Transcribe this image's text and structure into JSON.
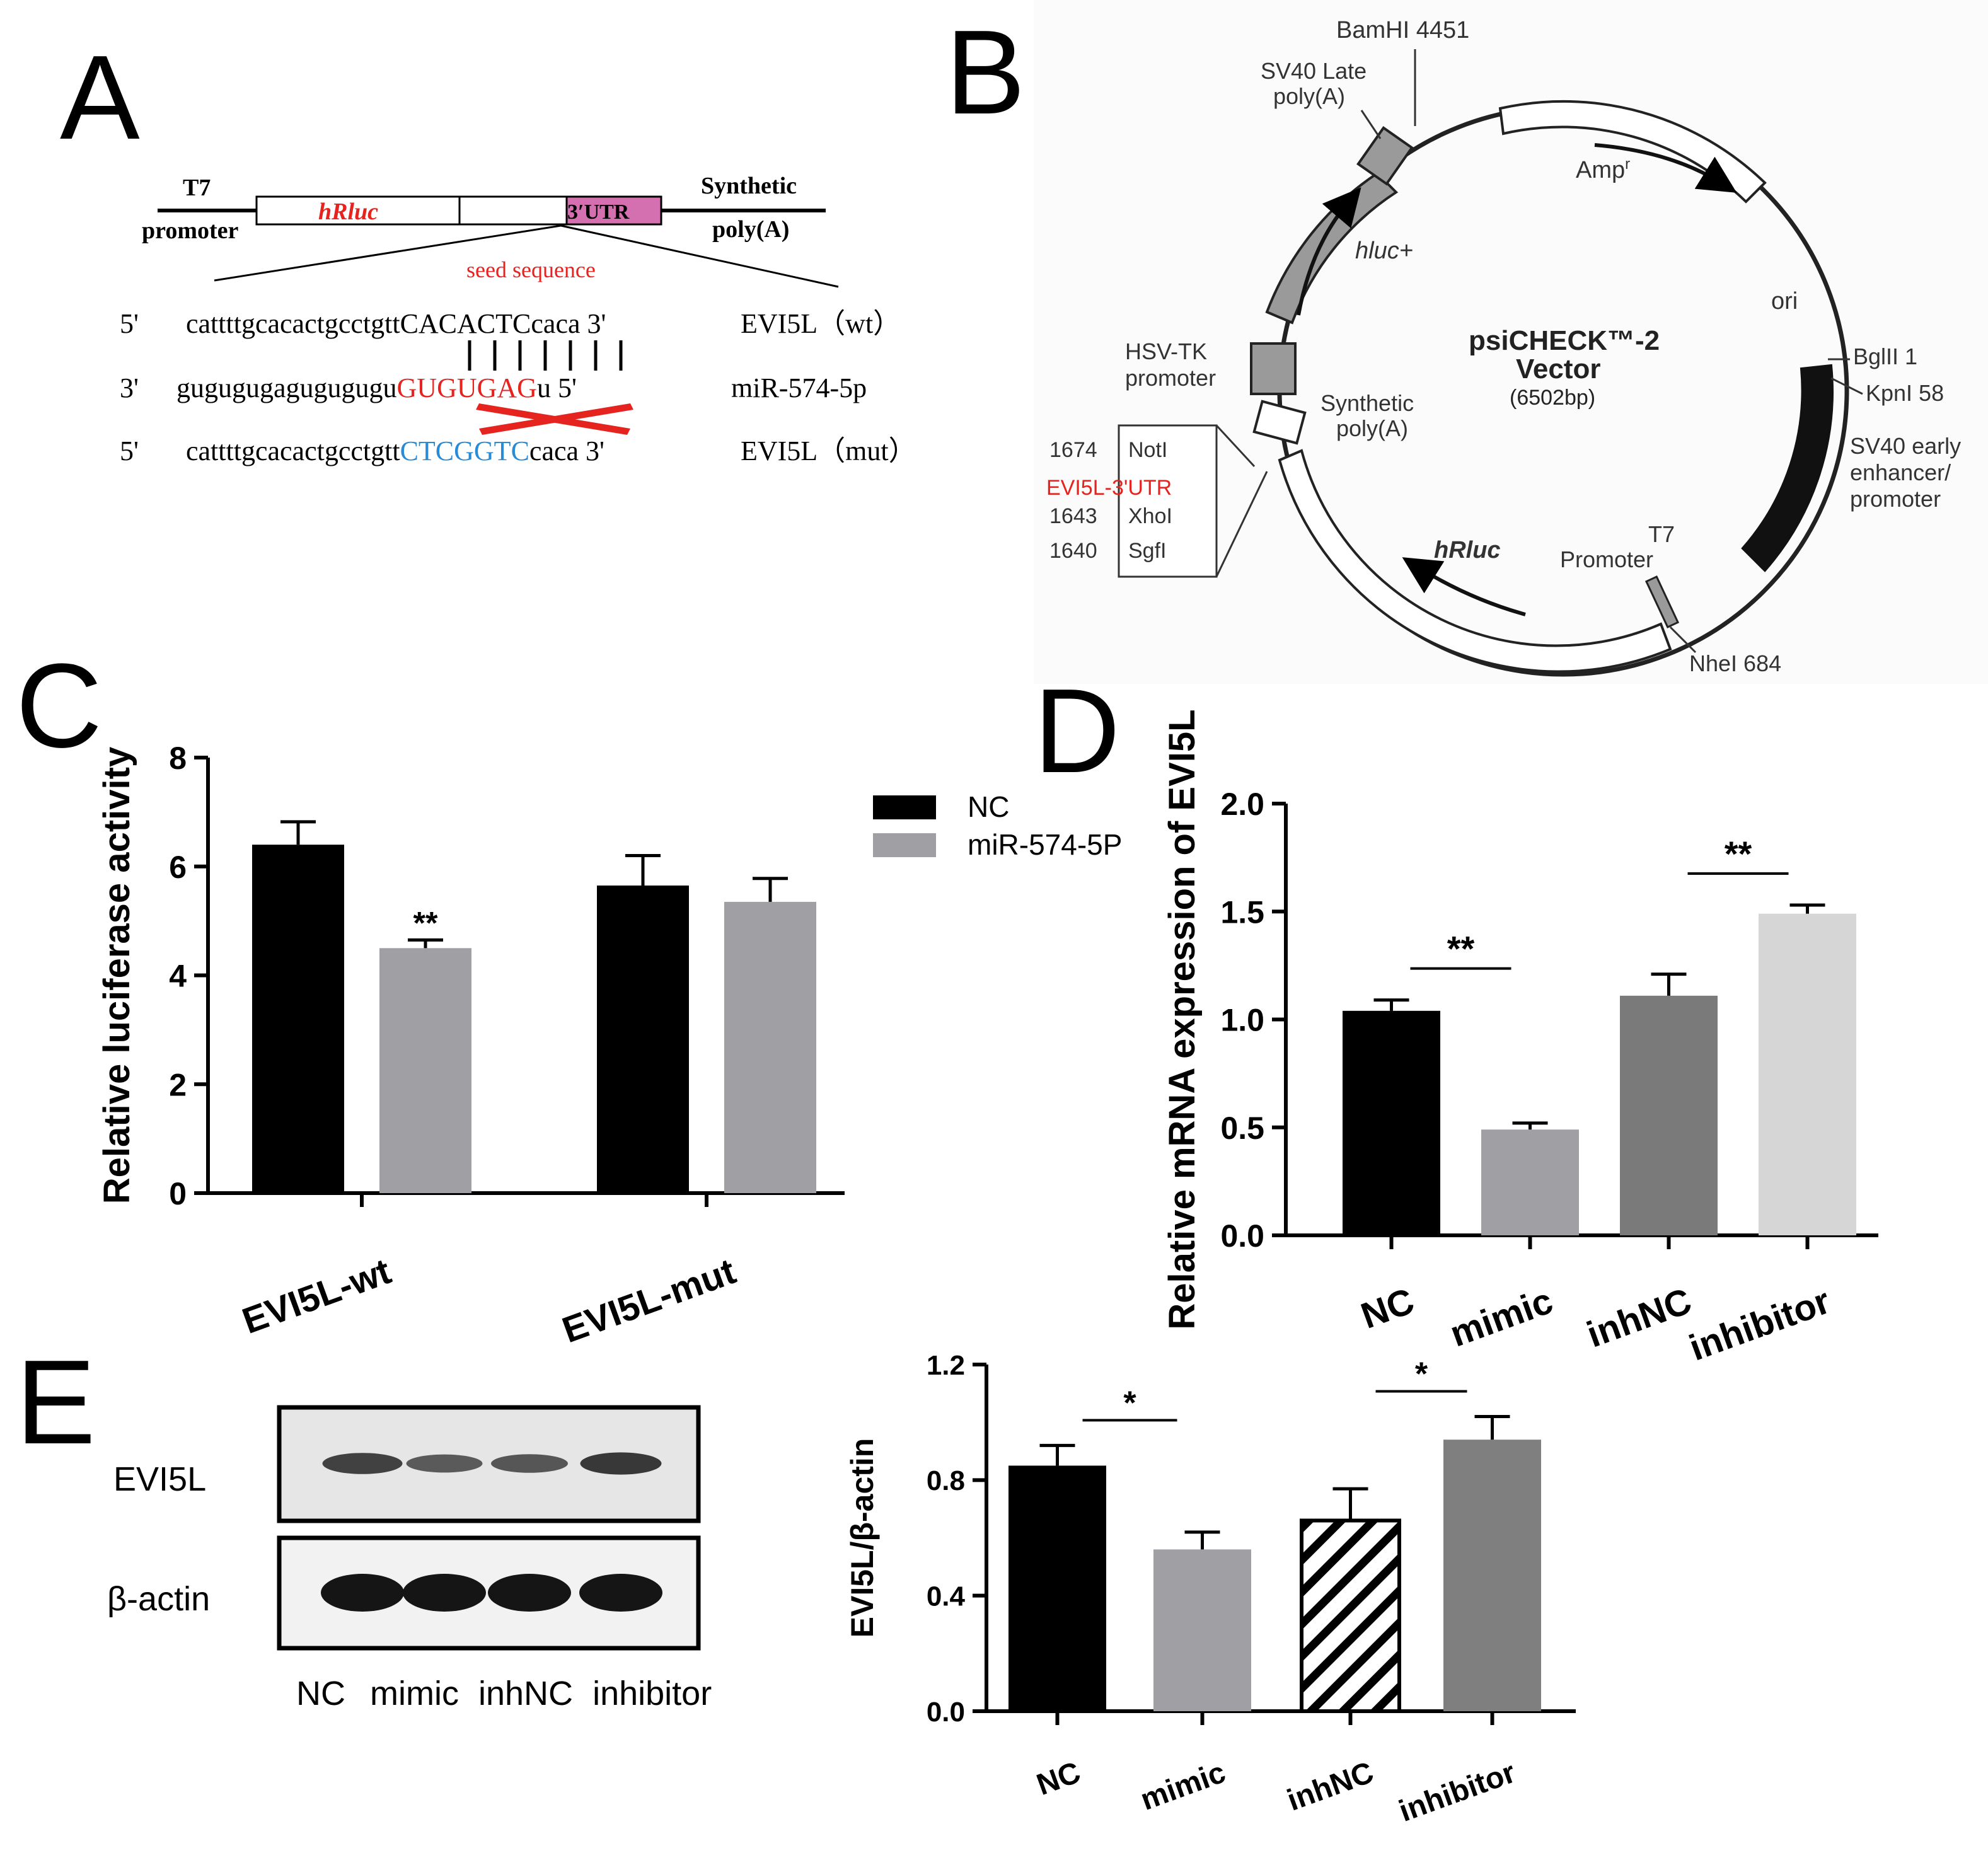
{
  "panel_labels": {
    "a": "A",
    "b": "B",
    "c": "C",
    "d": "D",
    "e": "E"
  },
  "panel_a": {
    "t7": "T7",
    "promoter": "promoter",
    "hrluc": "hRluc",
    "utr": "3′UTR",
    "synthetic": "Synthetic",
    "polya": "poly(A)",
    "seed": "seed sequence",
    "rows": [
      {
        "p5": "5'",
        "pre": "cattttgcacactgcctgtt",
        "seed": "CACACTC",
        "post": "caca 3'",
        "name": "EVI5L（wt）"
      },
      {
        "p5": "3'",
        "pre": "gugugugagugugugu",
        "seed": "GUGUGAG",
        "post": "u  5'",
        "name": "miR-574-5p"
      },
      {
        "p5": "5'",
        "pre": "cattttgcacactgcctgtt",
        "seed": "CTCGGTC",
        "post": "caca 3'",
        "name": "EVI5L（mut）"
      }
    ]
  },
  "panel_b": {
    "bamhi": "BamHI 4451",
    "sv40_late_1": "SV40 Late",
    "sv40_late_2": "poly(A)",
    "ampr": "Amp",
    "ampr_sup": "r",
    "hluc": "hluc+",
    "ori": "ori",
    "title1": "psiCHECK™-2",
    "title2": "Vector",
    "size": "(6502bp)",
    "bglii": "BglII 1",
    "kpni": "KpnI 58",
    "hsv1": "HSV-TK",
    "hsv2": "promoter",
    "syn1": "Synthetic",
    "syn2": "poly(A)",
    "sv40e1": "SV40 early",
    "sv40e2": "enhancer/",
    "sv40e3": "promoter",
    "hrluc": "hRluc",
    "t7_1": "T7",
    "t7_2": "Promoter",
    "nhei": "NheI 684",
    "mcs": [
      {
        "num": "1674",
        "site": "NotI"
      },
      {
        "num": "",
        "site": "EVI5L-3'UTR"
      },
      {
        "num": "1643",
        "site": "XhoI"
      },
      {
        "num": "1640",
        "site": "SgfI"
      }
    ],
    "colors": {
      "insert": "#e52420",
      "grey": "#9a9a9a",
      "dark": "#111111"
    }
  },
  "legend": {
    "nc": "NC",
    "mir": "miR-574-5P"
  },
  "chart_data": [
    {
      "id": "C",
      "type": "bar",
      "ylabel": "Relative luciferase activity",
      "ylim": [
        0,
        8
      ],
      "yticks": [
        "0",
        "2",
        "4",
        "6",
        "8"
      ],
      "categories": [
        "EVI5L-wt",
        "EVI5L-mut"
      ],
      "series": [
        {
          "name": "NC",
          "values": [
            6.4,
            5.65
          ],
          "errors": [
            0.42,
            0.55
          ],
          "color": "#000000"
        },
        {
          "name": "miR-574-5P",
          "values": [
            4.5,
            5.35
          ],
          "errors": [
            0.15,
            0.43
          ],
          "color": "#a0a0a4"
        }
      ],
      "significance": [
        {
          "label": "**",
          "category": 0,
          "series": 1
        }
      ],
      "legend_position": "top-right"
    },
    {
      "id": "D",
      "type": "bar",
      "ylabel": "Relative mRNA expression of EVI5L",
      "ylim": [
        0,
        2.0
      ],
      "yticks": [
        "0.0",
        "0.5",
        "1.0",
        "1.5",
        "2.0"
      ],
      "categories": [
        "NC",
        "mimic",
        "inhNC",
        "inhibitor"
      ],
      "values": [
        1.04,
        0.49,
        1.11,
        1.49
      ],
      "errors": [
        0.05,
        0.03,
        0.1,
        0.04
      ],
      "colors": [
        "#000000",
        "#a0a0a4",
        "#7a7a7a",
        "#d6d6d6"
      ],
      "significance": [
        {
          "label": "**",
          "from": 0,
          "to": 1
        },
        {
          "label": "**",
          "from": 2,
          "to": 3
        }
      ]
    },
    {
      "id": "E",
      "type": "bar",
      "ylabel": "EVI5L/β-actin",
      "ylim": [
        0,
        1.2
      ],
      "yticks": [
        "0.0",
        "0.4",
        "0.8",
        "1.2"
      ],
      "categories": [
        "NC",
        "mimic",
        "inhNC",
        "inhibitor"
      ],
      "values": [
        0.85,
        0.56,
        0.66,
        0.94
      ],
      "errors": [
        0.07,
        0.06,
        0.11,
        0.08
      ],
      "colors": [
        "#000000",
        "#a0a0a4",
        "hatch",
        "#7f7f7f"
      ],
      "significance": [
        {
          "label": "*",
          "from": 0,
          "to": 1
        },
        {
          "label": "*",
          "from": 2,
          "to": 3
        }
      ]
    }
  ],
  "blot": {
    "evi5l": "EVI5L",
    "actin": "β-actin",
    "lanes": [
      "NC",
      "mimic",
      "inhNC",
      "inhibitor"
    ],
    "evi5l_intensity": [
      0.85,
      0.55,
      0.6,
      0.95
    ]
  }
}
